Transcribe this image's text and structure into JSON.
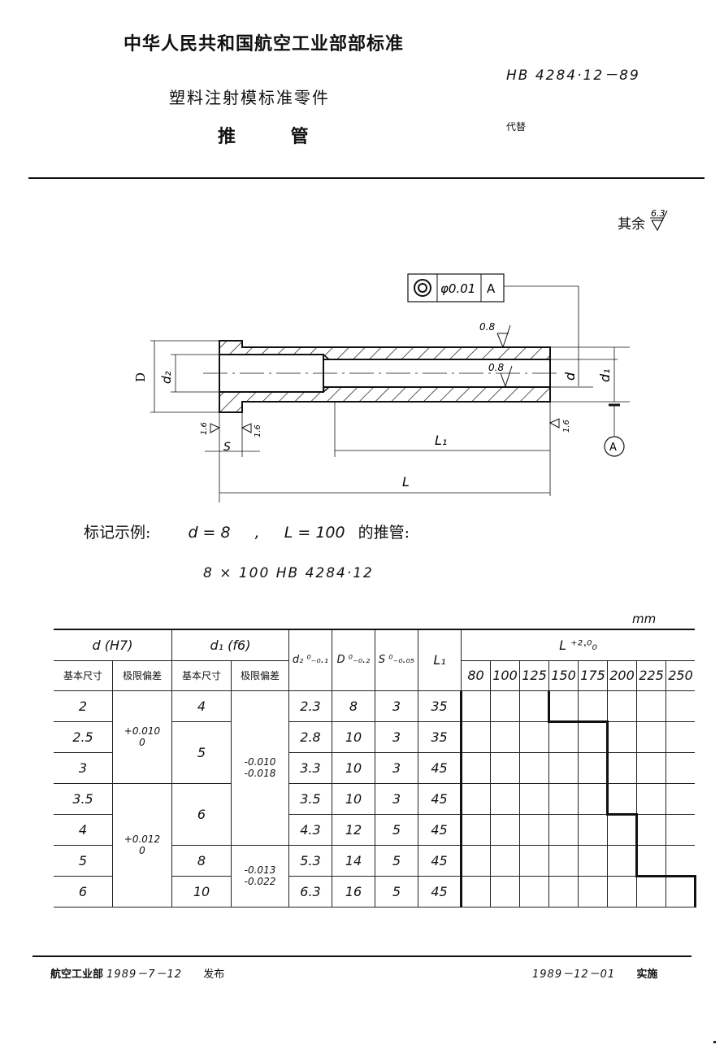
{
  "header": {
    "organization": "中华人民共和国航空工业部部标准",
    "subtitle": "塑料注射模标准零件",
    "title": "推 管",
    "standard_code": "HB 4284·12－89",
    "replaces_label": "代替"
  },
  "roughness_note": {
    "label": "其余",
    "value": "6.3"
  },
  "drawing": {
    "tolerance_frame": {
      "symbol": "concentricity",
      "value": "φ0.01",
      "datum": "A"
    },
    "roughness_outer": "0.8",
    "roughness_inner": "0.8",
    "roughness_left_face": "1.6",
    "roughness_shoulder": "1.6",
    "roughness_right_face": "1.6",
    "dim_D": "D",
    "dim_d2": "d₂",
    "dim_d": "d",
    "dim_d1": "d₁",
    "dim_S": "S",
    "dim_L1": "L₁",
    "dim_L": "L",
    "datum_label": "A"
  },
  "example": {
    "label": "标记示例:",
    "condition_d": "d = 8",
    "separator": ",",
    "condition_L": "L = 100",
    "suffix": "的推管:",
    "designation": "8 × 100  HB 4284·12"
  },
  "table": {
    "unit": "mm",
    "headers": {
      "d_group": "d (H7)",
      "d1_group": "d₁ (f6)",
      "basic_size": "基本尺寸",
      "limit_deviation": "极限偏差",
      "d2": "d₂ ⁰₋₀.₁",
      "D": "D ⁰₋₀.₂",
      "S": "S ⁰₋₀.₀₅",
      "L1": "L₁",
      "L_group": "L ⁺²·⁰₀",
      "L_values": [
        "80",
        "100",
        "125",
        "150",
        "175",
        "200",
        "225",
        "250"
      ]
    },
    "d_tolerances": [
      {
        "upper": "+0.010",
        "lower": "0"
      },
      {
        "upper": "+0.012",
        "lower": "0"
      }
    ],
    "d1_tolerances": [
      {
        "upper": "-0.010",
        "lower": "-0.018"
      },
      {
        "upper": "-0.013",
        "lower": "-0.022"
      }
    ],
    "rows": [
      {
        "d": "2",
        "d1": "4",
        "d2": "2.3",
        "D": "8",
        "S": "3",
        "L1": "35",
        "L_range": "80–150"
      },
      {
        "d": "2.5",
        "d1": "5",
        "d2": "2.8",
        "D": "10",
        "S": "3",
        "L1": "35",
        "L_range": "80–175"
      },
      {
        "d": "3",
        "d1": "5",
        "d2": "3.3",
        "D": "10",
        "S": "3",
        "L1": "45",
        "L_range": "80–175"
      },
      {
        "d": "3.5",
        "d1": "6",
        "d2": "3.5",
        "D": "10",
        "S": "3",
        "L1": "45",
        "L_range": "80–175"
      },
      {
        "d": "4",
        "d1": "6",
        "d2": "4.3",
        "D": "12",
        "S": "5",
        "L1": "45",
        "L_range": "80–200"
      },
      {
        "d": "5",
        "d1": "8",
        "d2": "5.3",
        "D": "14",
        "S": "5",
        "L1": "45",
        "L_range": "80–200"
      },
      {
        "d": "6",
        "d1": "10",
        "d2": "6.3",
        "D": "16",
        "S": "5",
        "L1": "45",
        "L_range": "80–250"
      }
    ]
  },
  "footer": {
    "issuer": "航空工业部",
    "issue_date": "1989－7－12",
    "issue_label": "发布",
    "effective_date": "1989－12－01",
    "effective_label": "实施"
  }
}
